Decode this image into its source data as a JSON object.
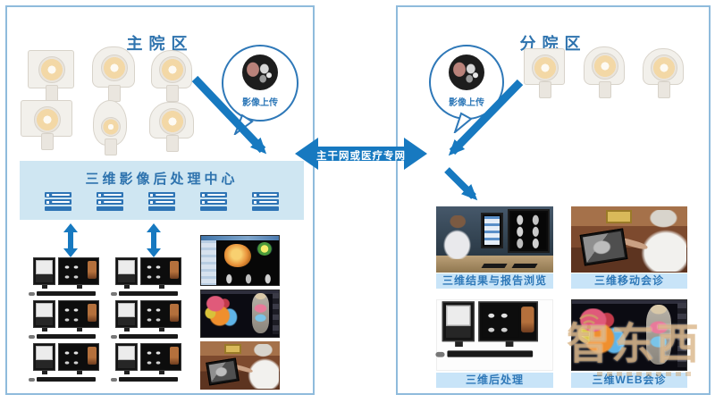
{
  "main_campus": {
    "title": "主院区",
    "upload_bubble_label": "影像上传",
    "processing_center_title": "三维影像后处理中心"
  },
  "network": {
    "label": "主干网或医疗专网"
  },
  "branch_campus": {
    "title": "分院区",
    "upload_bubble_label": "影像上传",
    "cards": [
      {
        "label": "三维结果与报告浏览"
      },
      {
        "label": "三维移动会诊"
      },
      {
        "label": "三维后处理"
      },
      {
        "label": "三维WEB会诊"
      }
    ]
  },
  "watermark": {
    "text": "智东西"
  },
  "colors": {
    "title_blue": "#2e73ae",
    "arrow_blue": "#1779c0",
    "panel_border": "#8fbbdc",
    "center_box_bg": "#cfe6f2",
    "server_blue": "#2e74b5",
    "label_bg": "#c8e4f8",
    "label_text": "#2e78b8"
  }
}
